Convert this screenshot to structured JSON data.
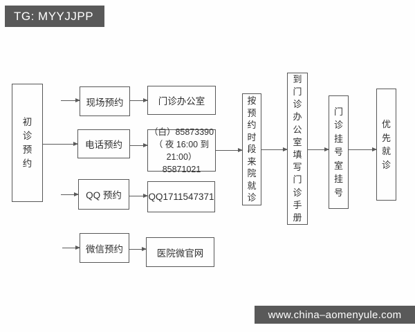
{
  "watermarks": {
    "top_tag": "TG: MYYJJPP",
    "bottom_url": "www.china–aomenyule.com"
  },
  "colors": {
    "watermark_bg": "#595959",
    "line": "#5a5a5a",
    "background": "#fefefe"
  },
  "flow": {
    "start": "初诊预约",
    "branches": [
      {
        "method": "现场预约",
        "target": "门诊办公室"
      },
      {
        "method": "电话预约",
        "target_lines": [
          "（白）85873390",
          "（ 夜  16:00  到",
          "21:00）85871021"
        ]
      },
      {
        "method": "QQ 预约",
        "target": "QQ1711547371"
      },
      {
        "method": "微信预约",
        "target": "医院微官网"
      }
    ],
    "steps": [
      "按预约时段来院就诊",
      "到门诊办公室填写门诊手册",
      "门诊挂号室挂号",
      "优先就诊"
    ]
  }
}
